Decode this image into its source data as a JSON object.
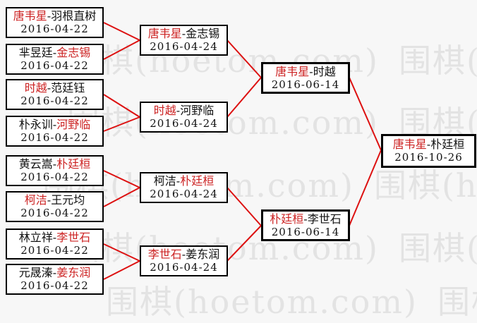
{
  "watermark": {
    "text": "围棋(hoetom.com)"
  },
  "colors": {
    "background": "#f7f7f7",
    "box_bg": "#ffffff",
    "box_border": "#000000",
    "winner_red": "#cc2222",
    "line_red": "#dd1111",
    "text_black": "#111111",
    "watermark_gray": "#e3e3e3"
  },
  "bracket": {
    "separator": "-",
    "rounds": [
      {
        "name": "round-of-16",
        "matches": [
          {
            "p1": "唐韦星",
            "p2": "羽根直树",
            "winner": "唐韦星",
            "date": "2016-04-22"
          },
          {
            "p1": "芈昱廷",
            "p2": "金志锡",
            "winner": "金志锡",
            "date": "2016-04-22"
          },
          {
            "p1": "时越",
            "p2": "范廷钰",
            "winner": "时越",
            "date": "2016-04-22"
          },
          {
            "p1": "朴永训",
            "p2": "河野临",
            "winner": "河野临",
            "date": "2016-04-22"
          },
          {
            "p1": "黄云嵩",
            "p2": "朴廷桓",
            "winner": "朴廷桓",
            "date": "2016-04-22"
          },
          {
            "p1": "柯洁",
            "p2": "王元均",
            "winner": "柯洁",
            "date": "2016-04-22"
          },
          {
            "p1": "林立祥",
            "p2": "李世石",
            "winner": "李世石",
            "date": "2016-04-22"
          },
          {
            "p1": "元晟溱",
            "p2": "姜东润",
            "winner": "姜东润",
            "date": "2016-04-22"
          }
        ]
      },
      {
        "name": "quarterfinals",
        "matches": [
          {
            "p1": "唐韦星",
            "p2": "金志锡",
            "winner": "唐韦星",
            "date": "2016-04-24"
          },
          {
            "p1": "时越",
            "p2": "河野临",
            "winner": "时越",
            "date": "2016-04-24"
          },
          {
            "p1": "柯洁",
            "p2": "朴廷桓",
            "winner": "朴廷桓",
            "date": "2016-04-24"
          },
          {
            "p1": "李世石",
            "p2": "姜东润",
            "winner": "李世石",
            "date": "2016-04-24"
          }
        ]
      },
      {
        "name": "semifinals",
        "matches": [
          {
            "p1": "唐韦星",
            "p2": "时越",
            "winner": "唐韦星",
            "date": "2016-06-14"
          },
          {
            "p1": "朴廷桓",
            "p2": "李世石",
            "winner": "朴廷桓",
            "date": "2016-06-14"
          }
        ]
      },
      {
        "name": "final",
        "matches": [
          {
            "p1": "唐韦星",
            "p2": "朴廷桓",
            "winner": "唐韦星",
            "date": "2016-10-26"
          }
        ]
      }
    ]
  }
}
